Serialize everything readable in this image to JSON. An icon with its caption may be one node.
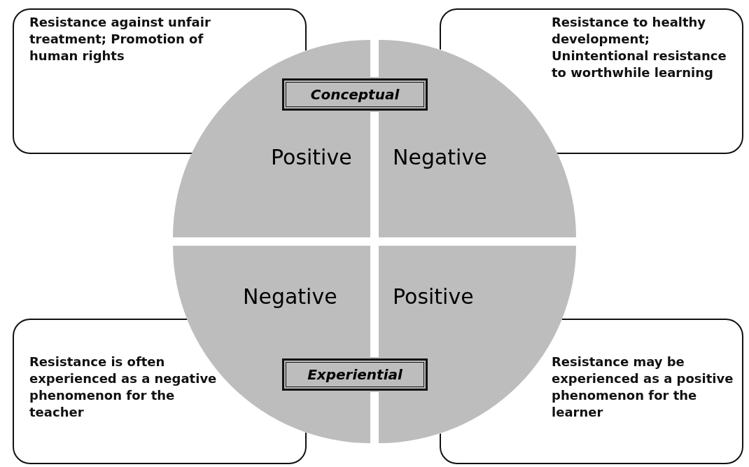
{
  "diagram": {
    "nodes": [
      {
        "text": [
          "Resistance against unfair treatment; Promotion of human rights"
        ]
      },
      {
        "text": [
          "Resistance to healthy development; Unintentional resistance to worthwhile learning"
        ]
      },
      {
        "text": [
          "Conceptual"
        ]
      },
      {
        "text": [
          "Positive"
        ]
      },
      {
        "text": [
          "Negative"
        ]
      },
      {
        "text": [
          "Negative"
        ]
      },
      {
        "text": [
          "Positive"
        ]
      },
      {
        "text": [
          "Experiential"
        ]
      },
      {
        "text": [
          "Resistance is often experienced as a negative phenomenon for the teacher"
        ]
      },
      {
        "text": [
          "Resistance may be experienced as a positive phenomenon for the learner"
        ]
      }
    ]
  }
}
